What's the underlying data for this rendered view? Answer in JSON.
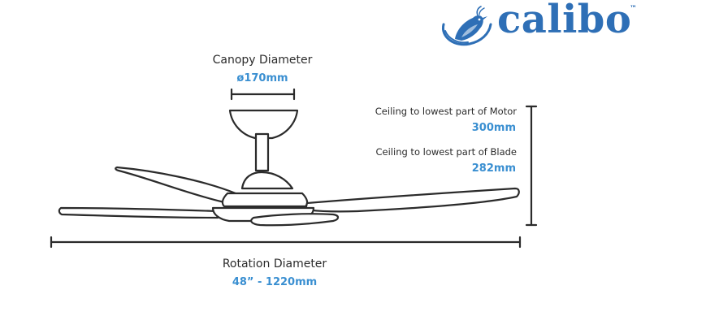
{
  "brand": {
    "name": "calibo",
    "trademark": "™",
    "color": "#2e6fb6"
  },
  "colors": {
    "line": "#2b2b2b",
    "accent": "#3a8fd1"
  },
  "dimensions": {
    "canopy": {
      "label": "Canopy Diameter",
      "value": "ø170mm"
    },
    "motor": {
      "label": "Ceiling to lowest part of Motor",
      "value": "300mm"
    },
    "blade": {
      "label": "Ceiling to lowest part of Blade",
      "value": "282mm"
    },
    "rotation": {
      "label": "Rotation Diameter",
      "value": "48” - 1220mm"
    }
  }
}
